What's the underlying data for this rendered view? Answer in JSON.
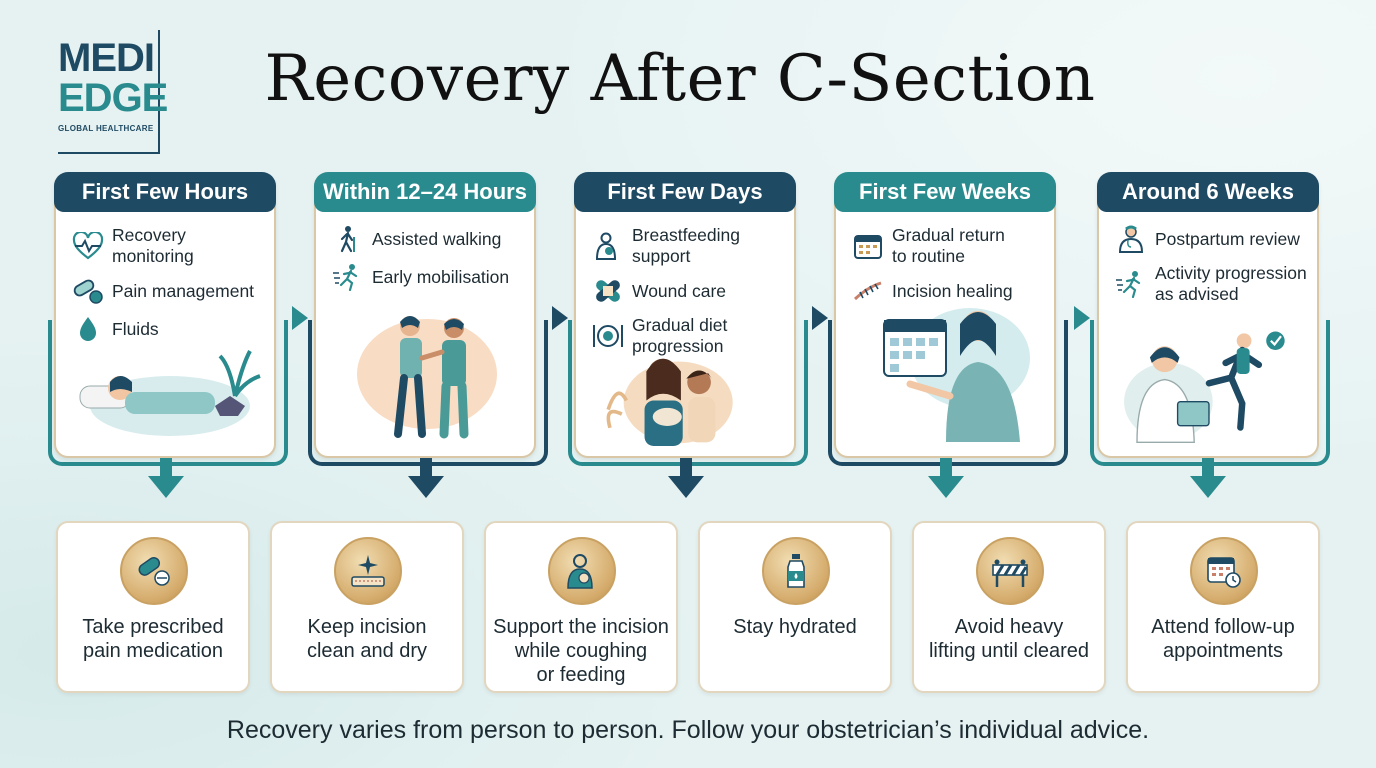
{
  "logo": {
    "line1": "MEDI",
    "line2": "EDGE",
    "tagline": "GLOBAL HEALTHCARE"
  },
  "title": "Recovery After C-Section",
  "stages": [
    {
      "header": "First Few Hours",
      "items": [
        {
          "icon": "heart-monitor-icon",
          "text": "Recovery\nmonitoring"
        },
        {
          "icon": "pill-icon",
          "text": "Pain management"
        },
        {
          "icon": "droplet-icon",
          "text": "Fluids"
        }
      ],
      "illustration": "woman-resting-in-bed-illustration"
    },
    {
      "header": "Within 12–24 Hours",
      "items": [
        {
          "icon": "walking-person-icon",
          "text": "Assisted walking"
        },
        {
          "icon": "running-person-icon",
          "text": "Early mobilisation"
        }
      ],
      "illustration": "nurse-assisting-walk-illustration"
    },
    {
      "header": "First Few Days",
      "items": [
        {
          "icon": "breastfeeding-icon",
          "text": "Breastfeeding\nsupport"
        },
        {
          "icon": "bandage-icon",
          "text": "Wound care"
        },
        {
          "icon": "plate-cutlery-icon",
          "text": "Gradual diet\nprogression"
        }
      ],
      "illustration": "mother-breastfeeding-illustration"
    },
    {
      "header": "First Few Weeks",
      "items": [
        {
          "icon": "calendar-icon",
          "text": "Gradual return\nto routine"
        },
        {
          "icon": "incision-icon",
          "text": "Incision healing"
        }
      ],
      "illustration": "woman-with-calendar-illustration"
    },
    {
      "header": "Around 6 Weeks",
      "items": [
        {
          "icon": "doctor-icon",
          "text": "Postpartum review"
        },
        {
          "icon": "running-person-icon",
          "text": "Activity progression\nas advised"
        }
      ],
      "illustration": "doctor-and-runner-illustration"
    }
  ],
  "tips": [
    {
      "icon": "pill-icon",
      "text": "Take prescribed\npain medication"
    },
    {
      "icon": "sparkle-incision-icon",
      "text": "Keep incision\nclean and dry"
    },
    {
      "icon": "mother-baby-icon",
      "text": "Support the incision\nwhile coughing\nor feeding"
    },
    {
      "icon": "water-bottle-icon",
      "text": "Stay hydrated"
    },
    {
      "icon": "barrier-icon",
      "text": "Avoid heavy\nlifting until cleared"
    },
    {
      "icon": "calendar-clock-icon",
      "text": "Attend follow-up\nappointments"
    }
  ],
  "footer": "Recovery varies from person to person. Follow your obstetrician’s individual advice.",
  "colors": {
    "navy": "#1f4a63",
    "teal": "#2a8b8e",
    "gold": "#d4aa6a",
    "background": "#e6f2f2"
  }
}
